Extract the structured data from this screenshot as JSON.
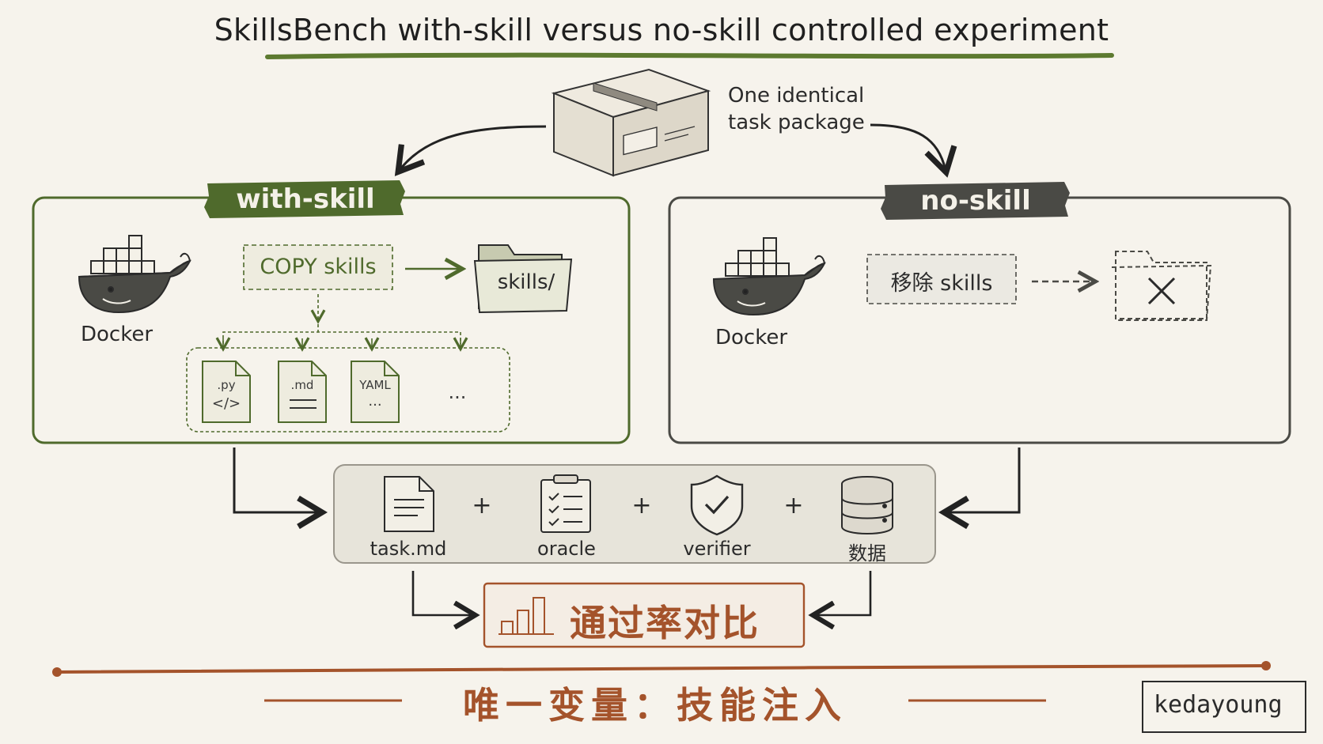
{
  "title": "SkillsBench with-skill versus no-skill controlled experiment",
  "package": {
    "label_line1": "One identical",
    "label_line2": "task package"
  },
  "with_skill": {
    "banner": "with-skill",
    "docker_label": "Docker",
    "copy_button": "COPY skills",
    "folder_label": "skills/",
    "files": [
      ".py",
      ".md",
      "YAML",
      "..."
    ]
  },
  "no_skill": {
    "banner": "no-skill",
    "docker_label": "Docker",
    "remove_button": "移除 skills"
  },
  "shared": {
    "items": [
      "task.md",
      "oracle",
      "verifier",
      "数据"
    ],
    "plus": "+"
  },
  "result": "通过率对比",
  "footer": "唯一变量：技能注入",
  "signature": "kedayoung",
  "colors": {
    "green": "#4f6a2c",
    "dark": "#4a4a45",
    "rust": "#a4532b",
    "bg": "#f6f3ec"
  }
}
